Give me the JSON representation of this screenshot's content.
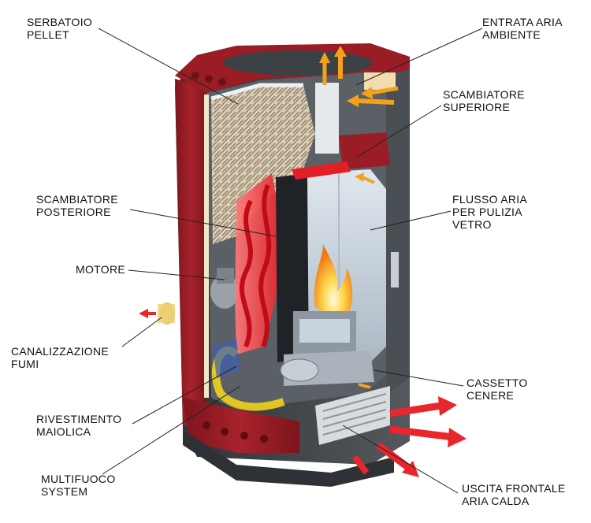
{
  "labels": {
    "serbatoio": [
      "SERBATOIO",
      "PELLET"
    ],
    "entrata": [
      "ENTRATA ARIA",
      "AMBIENTE"
    ],
    "scamb_sup": [
      "SCAMBIATORE",
      "SUPERIORE"
    ],
    "scamb_post": [
      "SCAMBIATORE",
      "POSTERIORE"
    ],
    "flusso": [
      "FLUSSO ARIA",
      "PER PULIZIA",
      "VETRO"
    ],
    "motore": [
      "MOTORE"
    ],
    "canalizzazione": [
      "CANALIZZAZIONE",
      "FUMI"
    ],
    "cassetto": [
      "CASSETTO",
      "CENERE"
    ],
    "rivestimento": [
      "RIVESTIMENTO",
      "MAIOLICA"
    ],
    "multifuoco": [
      "MULTIFUOCO",
      "SYSTEM"
    ],
    "uscita": [
      "USCITA FRONTALE",
      "ARIA CALDA"
    ]
  },
  "colors": {
    "majolica": "#9a1c24",
    "majolica_dark": "#6e1017",
    "steel": "#3a3f44",
    "steel_light": "#6b7177",
    "hot_air": "#e8262b",
    "warm_air": "#f4a21a",
    "fume_yellow": "#f1d21c",
    "pellet": "#b99a6e",
    "flame": "#ffcf3a",
    "firebox": "#c9d3dc"
  }
}
